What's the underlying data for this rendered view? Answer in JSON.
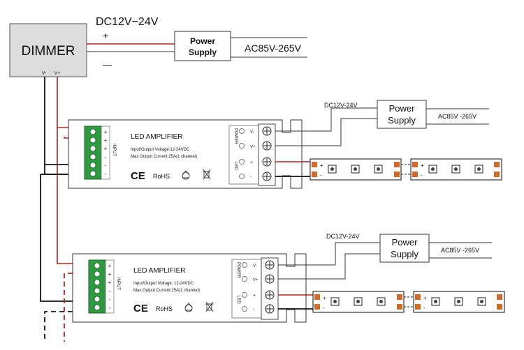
{
  "dimmer": {
    "label": "DIMMER",
    "plus": "+",
    "minus": "—",
    "voltage": "DC12V−24V",
    "pin_neg": "V-",
    "pin_pos": "V+"
  },
  "main_supply": {
    "line1": "Power",
    "line2": "Supply",
    "ac": "AC85V-265V"
  },
  "amplifiers": [
    {
      "title": "LED AMPLIFIER",
      "spec1": "Input/Output Voltage:12-24VDC",
      "spec2": "Max Output Current:25A(1 channel)",
      "ce": "CE",
      "rohs": "RoHS",
      "input_label": "INPUT",
      "input_signs": [
        "+",
        "+",
        "+",
        "-",
        "-",
        "-"
      ],
      "power_label": "POWER",
      "led_label": "LED",
      "term_power": [
        "V-",
        "V+"
      ],
      "term_led": [
        "+",
        "-"
      ],
      "supply_dc": "DC12V-24V",
      "supply_line1": "Power",
      "supply_line2": "Supply",
      "supply_ac": "AC85V -265V"
    },
    {
      "title": "LED AMPLIFIER",
      "spec1": "Input/Output Voltage: 12-24VDC",
      "spec2": "Max Output Current:25A(1 channel)",
      "ce": "CE",
      "rohs": "RoHS",
      "input_label": "INPUT",
      "input_signs": [
        "+",
        "+",
        "+",
        "-",
        "-",
        "-"
      ],
      "power_label": "POWER",
      "led_label": "LED",
      "term_power": [
        "V-",
        "V+"
      ],
      "term_led": [
        "+",
        "-"
      ],
      "supply_dc": "DC12V-24V",
      "supply_line1": "Power",
      "supply_line2": "Supply",
      "supply_ac": "AC85V -265V"
    }
  ],
  "strip": {
    "plus": "+",
    "minus": "-"
  },
  "colors": {
    "wire_red": "#b8201f",
    "wire_black": "#111111",
    "terminal_green": "#2f9a3f",
    "strip_pad": "#d06a2a"
  }
}
